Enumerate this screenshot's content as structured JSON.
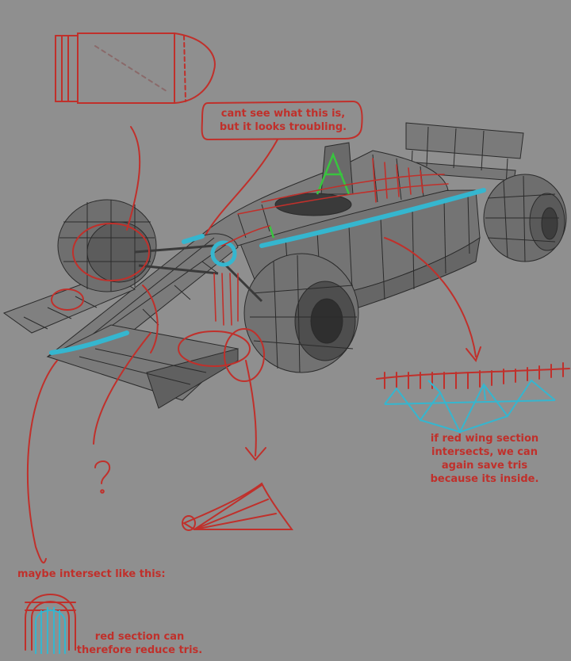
{
  "annotations": {
    "bubble_note": "cant see what this is,\nbut it looks troubling.",
    "wing_note": "if red wing section\nintersects, we can\nagain save tris\nbecause its inside.",
    "intersect_note": "maybe intersect like this:",
    "reduce_note": "red section can\ntherefore reduce tris.",
    "question_mark": "?"
  },
  "colors": {
    "background": "#8f8f8f",
    "ink_red": "#c0302b",
    "ink_cyan": "#35b6cf",
    "ink_green": "#39c43f",
    "mesh_fill": "#6f6f6f",
    "wire": "#2b2b2b"
  }
}
